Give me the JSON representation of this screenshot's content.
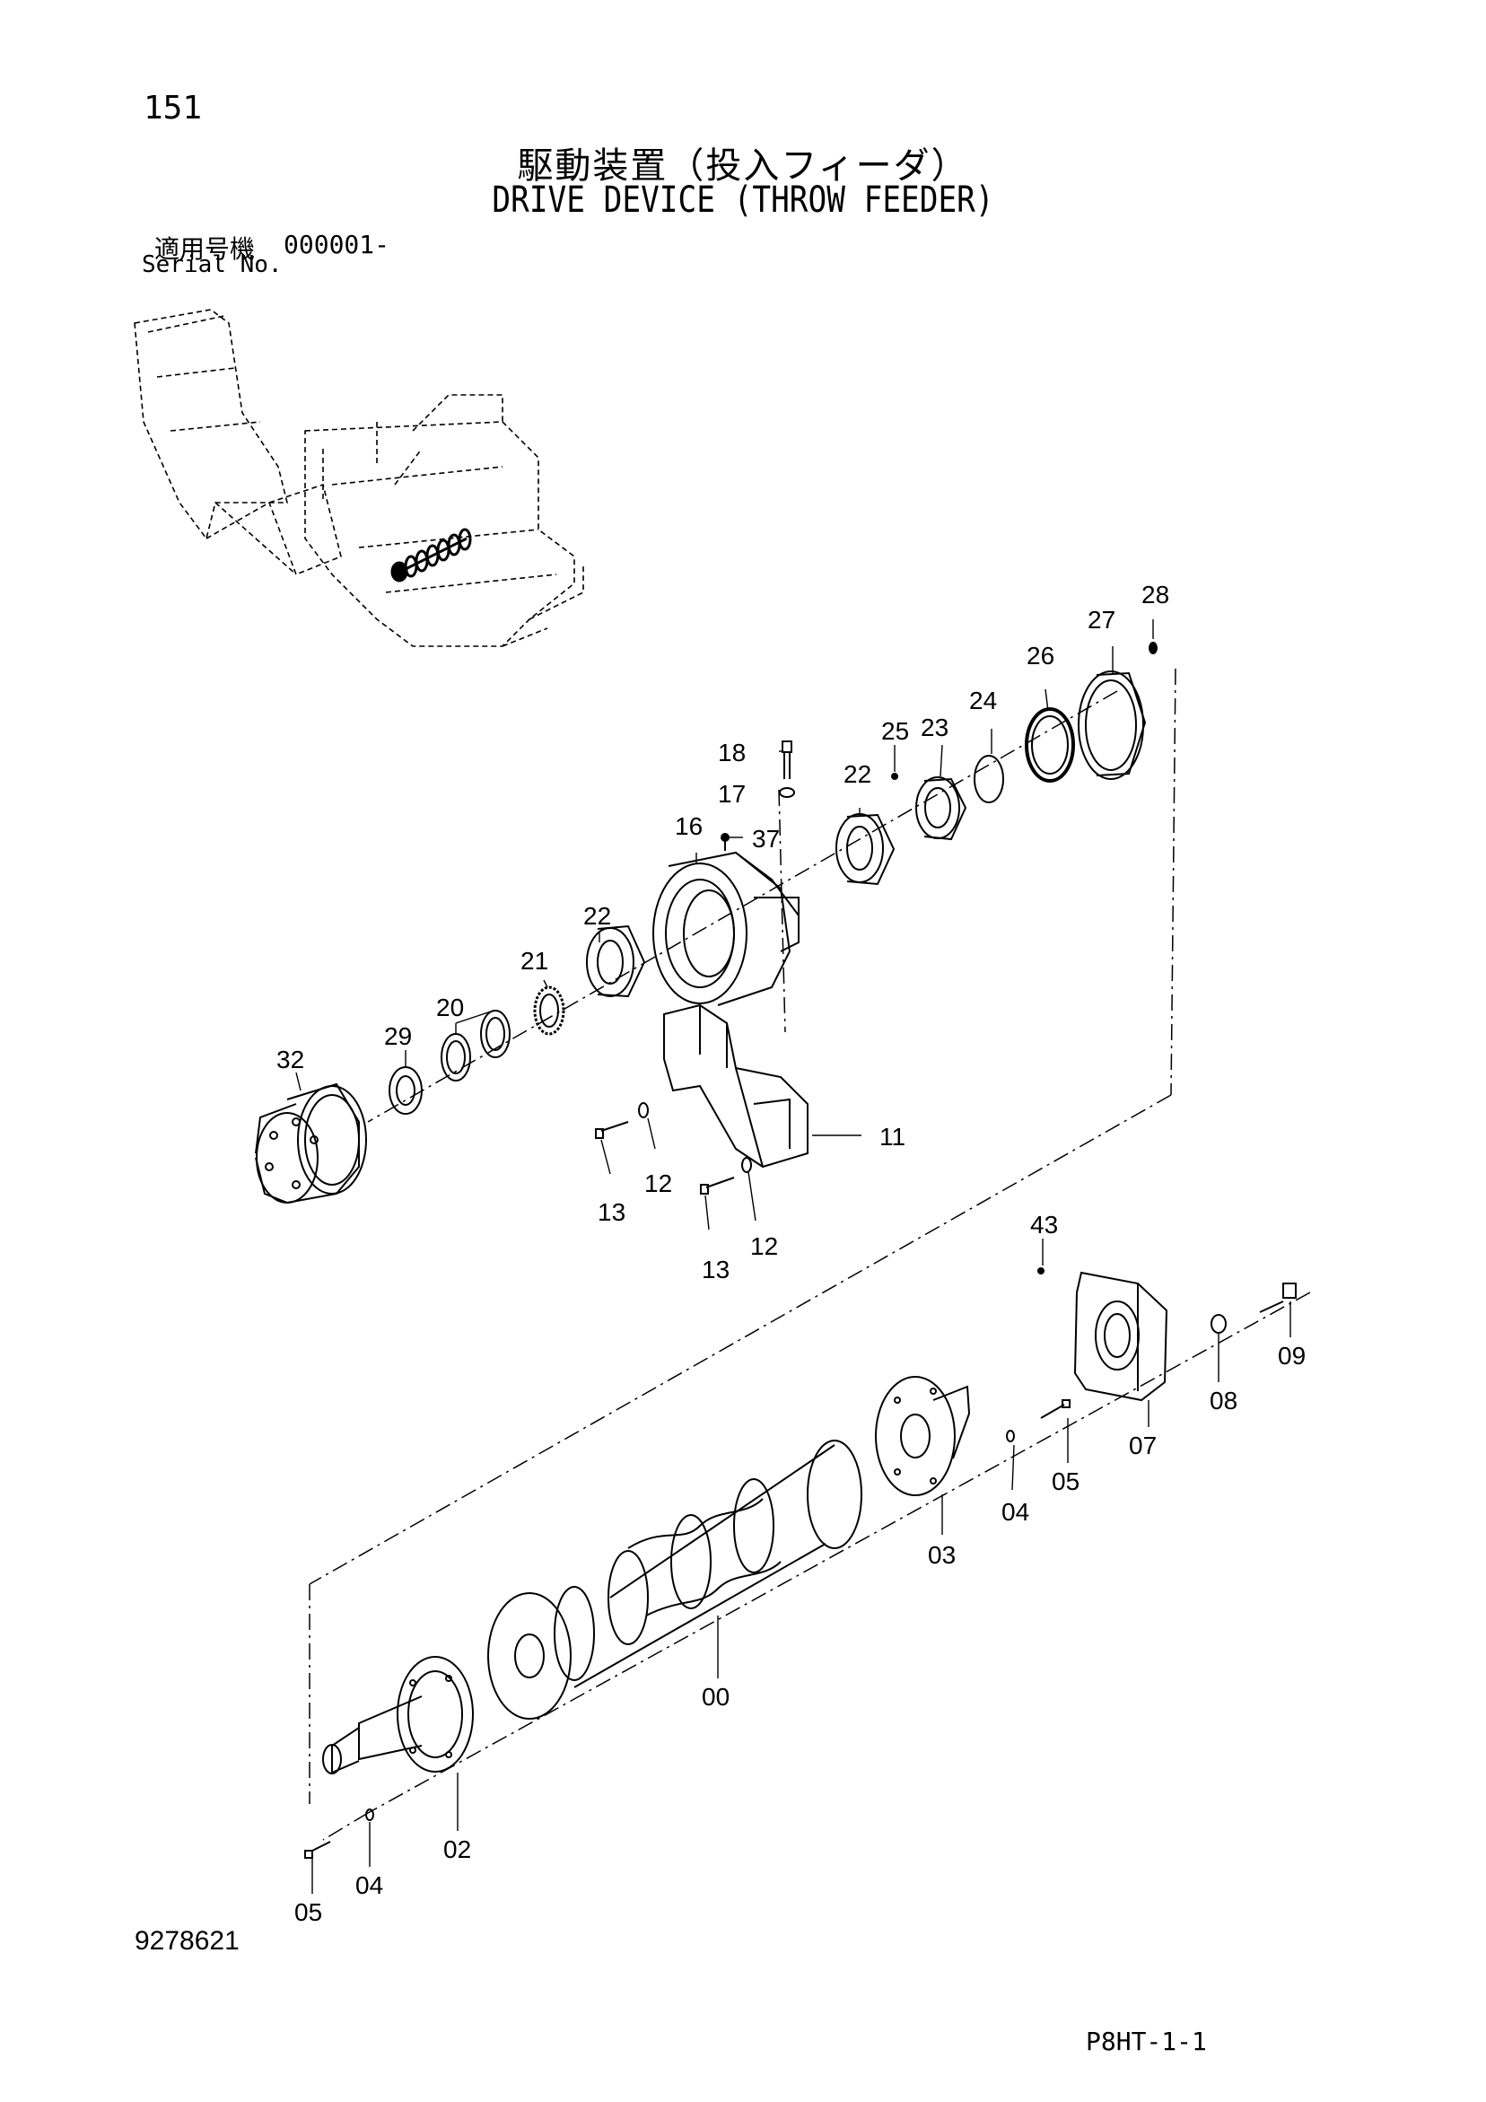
{
  "header": {
    "page_number": "151",
    "title_jp": "駆動装置（投入フィーダ）",
    "title_en": "DRIVE DEVICE (THROW FEEDER)",
    "serial_label_jp": "適用号機",
    "serial_value": "000001-",
    "serial_label_en": "Serial No."
  },
  "footer": {
    "drawing_number": "9278621",
    "page_code": "P8HT-1-1"
  },
  "callouts": {
    "c28": "28",
    "c27": "27",
    "c26": "26",
    "c24": "24",
    "c25": "25",
    "c23": "23",
    "c22a": "22",
    "c18": "18",
    "c17": "17",
    "c16": "16",
    "c37": "37",
    "c22b": "22",
    "c21": "21",
    "c20": "20",
    "c29": "29",
    "c32": "32",
    "c11": "11",
    "c12a": "12",
    "c13a": "13",
    "c12b": "12",
    "c13b": "13",
    "c43": "43",
    "c09": "09",
    "c08": "08",
    "c07": "07",
    "c05a": "05",
    "c04a": "04",
    "c03": "03",
    "c00": "00",
    "c02": "02",
    "c04b": "04",
    "c05b": "05"
  },
  "colors": {
    "ink": "#000000",
    "paper": "#ffffff"
  }
}
